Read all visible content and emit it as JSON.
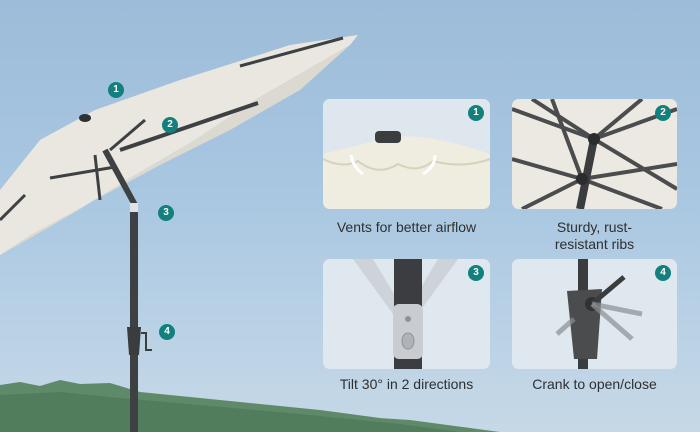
{
  "product_callouts": [
    {
      "number": "1",
      "feature": "vents"
    },
    {
      "number": "2",
      "feature": "ribs"
    },
    {
      "number": "3",
      "feature": "tilt"
    },
    {
      "number": "4",
      "feature": "crank"
    }
  ],
  "cards": [
    {
      "number": "1",
      "caption": "Vents for better airflow"
    },
    {
      "number": "2",
      "caption_line1": "Sturdy, rust-",
      "caption_line2": "resistant ribs"
    },
    {
      "number": "3",
      "caption": "Tilt 30° in 2 directions"
    },
    {
      "number": "4",
      "caption": "Crank to open/close"
    }
  ],
  "colors": {
    "badge": "#13807d",
    "canopy": "#e9e7e0",
    "pole": "#3e4143",
    "sky": "#a9c7e1"
  }
}
